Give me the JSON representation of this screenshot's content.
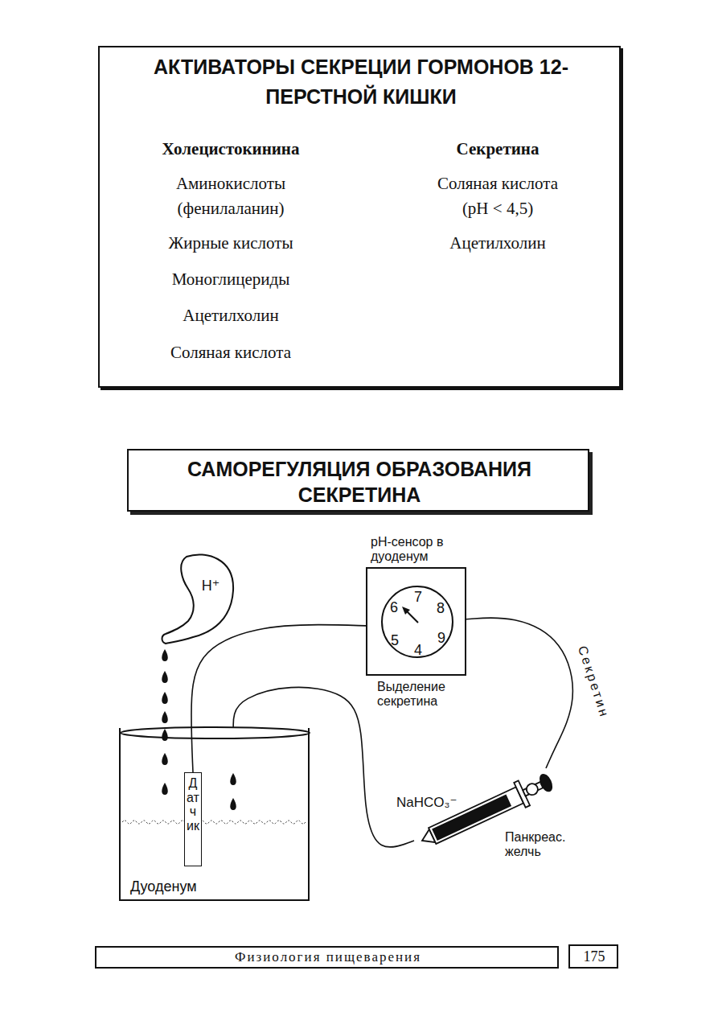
{
  "diagram": {
    "nodes": [
      {
        "text": [
          "АКТИВАТОРЫ СЕКРЕЦИИ ГОРМОНОВ 12-ПЕРСТНОЙ КИШКИ",
          "Холецистокинина",
          "Аминокислоты (фенилаланин)",
          "Жирные кислоты",
          "Моноглицериды",
          "Ацетилхолин",
          "Соляная кислота",
          "Секретина",
          "Соляная кислота (pH < 4,5)",
          "Ацетилхолин"
        ]
      },
      {
        "text": [
          "САМОРЕГУЛЯЦИЯ ОБРАЗОВАНИЯ СЕКРЕТИНА"
        ]
      },
      {
        "text": [
          "H⁺"
        ]
      },
      {
        "text": [
          "pH-сенсор в дуоденум",
          "Выделение секретина"
        ]
      },
      {
        "text": [
          "7",
          "8",
          "9",
          "4",
          "5",
          "6"
        ],
        "in": 3
      },
      {
        "text": [
          "Дуоденум"
        ]
      },
      {
        "text": [
          "Датчик"
        ],
        "in": 5
      },
      {
        "text": [
          "NaHCO₃⁻",
          "Панкреас. желчь"
        ]
      },
      {
        "text": [
          "Физиология пищеварения"
        ]
      },
      {
        "text": [
          "175"
        ]
      }
    ],
    "edges": [
      {
        "from": 6,
        "to": 3,
        "arrow": "none"
      },
      {
        "from": 3,
        "to": 7,
        "label": "Секретин",
        "arrow": "none"
      },
      {
        "from": 7,
        "to": 5,
        "arrow": "none"
      }
    ]
  }
}
